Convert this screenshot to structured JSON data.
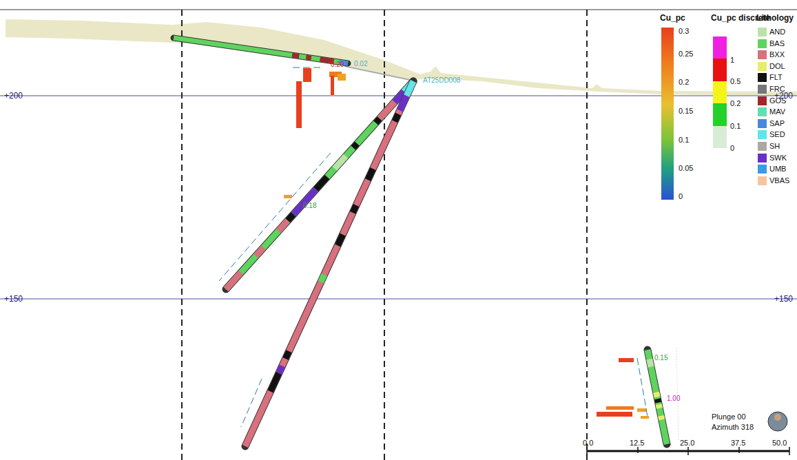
{
  "diagram": {
    "labels": [
      "+200",
      "+200",
      "+150",
      "+150",
      "Cu_pc",
      "Cu_pc discrete",
      "Lithology",
      "0.3",
      "0.25",
      "0.2",
      "0.15",
      "0.1",
      "0.05",
      "0",
      "1",
      "0.5",
      "0.2",
      "0.1",
      "0",
      "AT25DD008",
      "0.20",
      "0.02",
      "0.18",
      "0.15",
      "1.00",
      "0.0",
      "12.5",
      "25.0",
      "37.5",
      "50.0",
      "Plunge 00",
      "Azimuth 318"
    ],
    "legend": [
      {
        "text": "AND",
        "color": "#b9e3a8"
      },
      {
        "text": "BAS",
        "color": "#5ed45e"
      },
      {
        "text": "BXX",
        "color": "#d9707e"
      },
      {
        "text": "DOL",
        "color": "#e6ed6b"
      },
      {
        "text": "FLT",
        "color": "#111111"
      },
      {
        "text": "FRC",
        "color": "#777777"
      },
      {
        "text": "GOS",
        "color": "#a0282a"
      },
      {
        "text": "MAV",
        "color": "#5ee0b0"
      },
      {
        "text": "SAP",
        "color": "#4a88e0"
      },
      {
        "text": "SED",
        "color": "#5ee6e8"
      },
      {
        "text": "SH",
        "color": "#b0a8a0"
      },
      {
        "text": "SWK",
        "color": "#6a2fc8"
      },
      {
        "text": "UMB",
        "color": "#3a9ae8"
      },
      {
        "text": "VBAS",
        "color": "#f5c4a0"
      }
    ]
  }
}
